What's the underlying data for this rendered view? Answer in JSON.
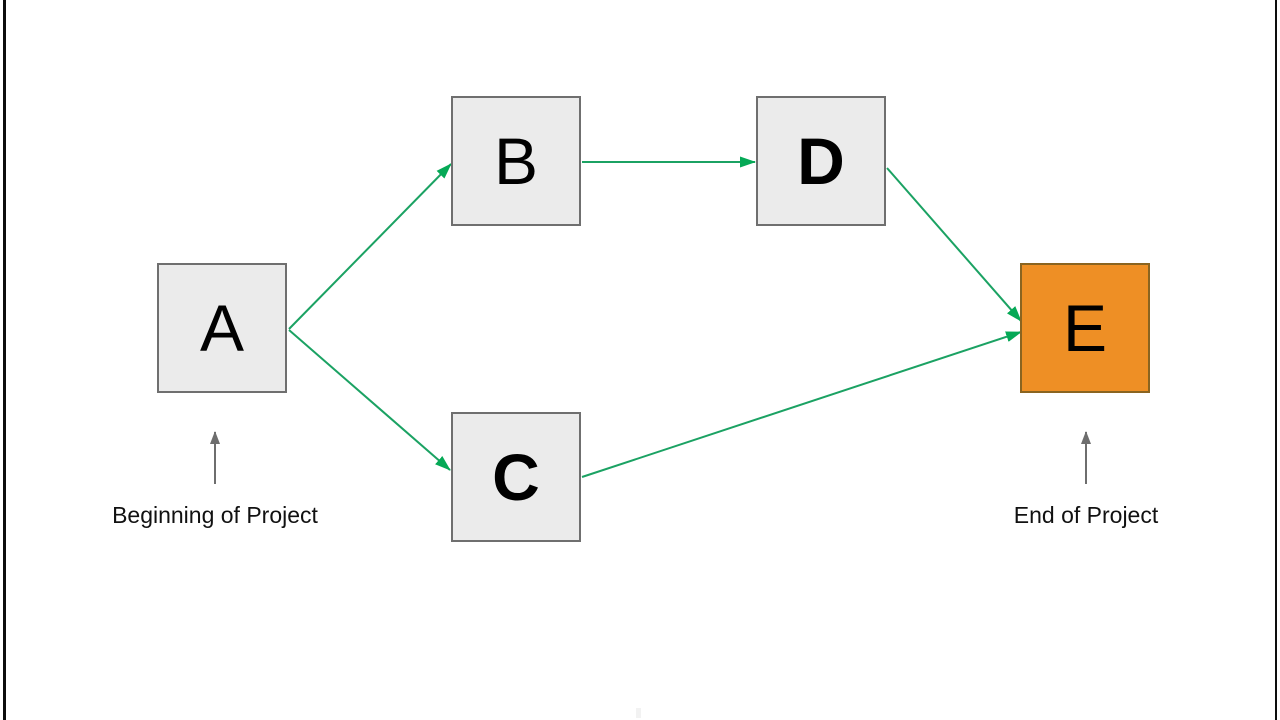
{
  "nodes": [
    {
      "id": "A",
      "label": "A",
      "bold": false,
      "role": "start"
    },
    {
      "id": "B",
      "label": "B",
      "bold": false,
      "role": "activity"
    },
    {
      "id": "C",
      "label": "C",
      "bold": true,
      "role": "activity"
    },
    {
      "id": "D",
      "label": "D",
      "bold": true,
      "role": "activity"
    },
    {
      "id": "E",
      "label": "E",
      "bold": false,
      "role": "end"
    }
  ],
  "edges": [
    {
      "from": "A",
      "to": "B"
    },
    {
      "from": "A",
      "to": "C"
    },
    {
      "from": "B",
      "to": "D"
    },
    {
      "from": "D",
      "to": "E"
    },
    {
      "from": "C",
      "to": "E"
    }
  ],
  "annotations": [
    {
      "label": "Beginning of Project",
      "target": "A"
    },
    {
      "label": "End of Project",
      "target": "E"
    }
  ],
  "colors": {
    "edge": "#1ba263",
    "edge_head": "#05a956",
    "annotation": "#6e6e6e",
    "node_fill": "#ebebeb",
    "node_border": "#6f6f6f",
    "end_fill": "#ee8f25",
    "end_border": "#8a6420",
    "text": "#000000",
    "caption": "#111111",
    "frame": "#0d0d0d"
  }
}
